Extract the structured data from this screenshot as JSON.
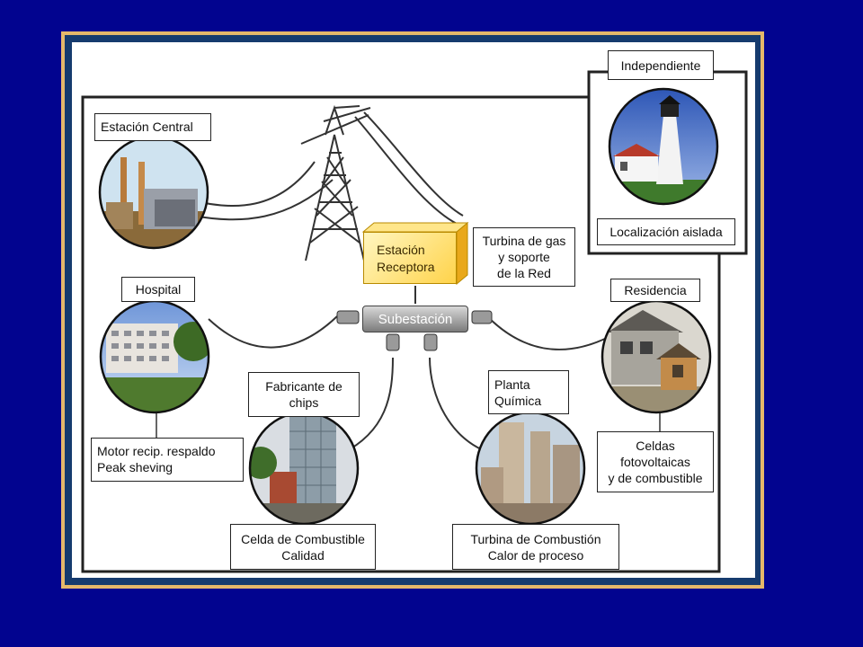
{
  "colors": {
    "background": "#02048f",
    "frame_gold": "#e5b86a",
    "frame_inner": "#163b6e",
    "panel": "#ffffff",
    "receiving_station": "#ffd34a",
    "substation": "#8a8a8a"
  },
  "labels": {
    "estacion_central": "Estación Central",
    "independiente": "Independiente",
    "localizacion_aislada": "Localización aislada",
    "turbina_gas": "Turbina de gas\ny soporte\nde la Red",
    "estacion_receptora": "Estación\nReceptora",
    "subestacion": "Subestación",
    "hospital": "Hospital",
    "residencia": "Residencia",
    "motor_recip": "Motor recip. respaldo\nPeak sheving",
    "fabricante": "Fabricante de\nchips",
    "planta_quimica": "Planta\nQuímica",
    "celdas_foto": "Celdas\nfotovoltaicas\ny de combustible",
    "celda_combustible": "Celda de Combustible\nCalidad",
    "turbina_combustion": "Turbina de Combustión\nCalor de  proceso"
  },
  "images": {
    "power_plant": "power-plant-photo",
    "transmission_tower": "transmission-tower",
    "lighthouse": "lighthouse-photo",
    "hospital": "hospital-building-photo",
    "residence": "house-photo",
    "chip_factory": "factory-tower-photo",
    "chemical_plant": "chemical-plant-photo"
  }
}
